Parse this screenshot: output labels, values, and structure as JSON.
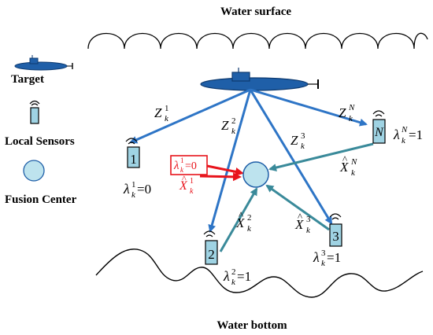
{
  "labels": {
    "water_surface": "Water surface",
    "water_bottom": "Water bottom",
    "legend_target": "Target",
    "legend_sensors": "Local Sensors",
    "legend_fusion": "Fusion Center"
  },
  "sensors": [
    {
      "id": "1",
      "lambda_text": "=0"
    },
    {
      "id": "2",
      "lambda_text": "=1"
    },
    {
      "id": "3",
      "lambda_text": "=1"
    },
    {
      "id": "N",
      "lambda_text": "=1"
    }
  ],
  "measurements": {
    "z": "Z",
    "sub_k": "k",
    "sup_1": "1",
    "sup_2": "2",
    "sup_3": "3",
    "sup_N": "N"
  },
  "estimates": {
    "x": "X",
    "hat": "^",
    "sup_1": "1",
    "sup_2": "2",
    "sup_3": "3",
    "sup_N": "N"
  },
  "lambda": {
    "symbol": "λ",
    "sub": "k",
    "red_box_text": "=0",
    "red_sup": "1"
  },
  "colors": {
    "target_blue": "#1f5fa8",
    "arrow_blue": "#2e75c6",
    "arrow_teal": "#3a8a9a",
    "fusion_fill": "#bde3ee",
    "sensor_fill": "#9fd3e3",
    "red": "#e8141c"
  }
}
